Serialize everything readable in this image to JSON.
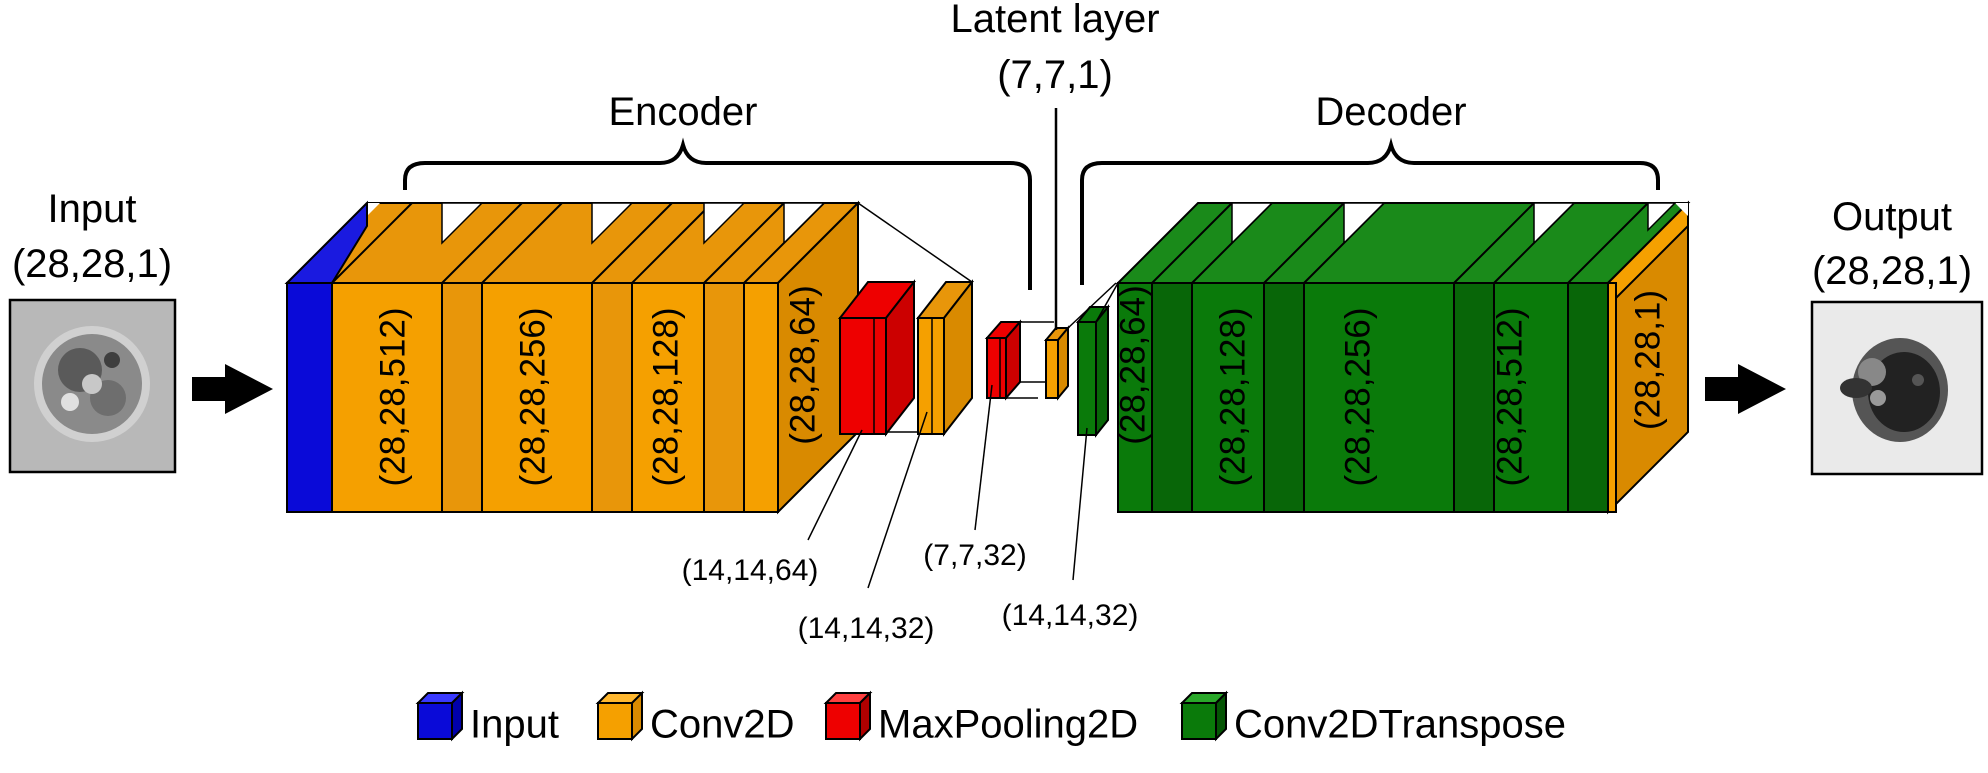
{
  "labels": {
    "input_title": "Input",
    "input_shape": "(28,28,1)",
    "output_title": "Output",
    "output_shape": "(28,28,1)",
    "encoder": "Encoder",
    "decoder": "Decoder",
    "latent_title": "Latent layer",
    "latent_shape": "(7,7,1)"
  },
  "encoder_blocks": [
    "(28,28,512)",
    "(28,28,256)",
    "(28,28,128)",
    "(28,28,64)"
  ],
  "decoder_blocks": [
    "(28,28,64)",
    "(28,28,128)",
    "(28,28,256)",
    "(28,28,512)",
    "(28,28,1)"
  ],
  "callouts": [
    "(14,14,64)",
    "(14,14,32)",
    "(7,7,32)",
    "(14,14,32)"
  ],
  "legend": [
    {
      "label": "Input",
      "color": "#0a0ad8"
    },
    {
      "label": "Conv2D",
      "color": "#f5a000"
    },
    {
      "label": "MaxPooling2D",
      "color": "#ee0000"
    },
    {
      "label": "Conv2DTranspose",
      "color": "#0a7a0a"
    }
  ],
  "colors": {
    "input": "#0a0ad8",
    "conv2d": "#f5a000",
    "maxpool": "#ee0000",
    "conv2dtranspose": "#0a7a0a",
    "outline": "#000000"
  }
}
